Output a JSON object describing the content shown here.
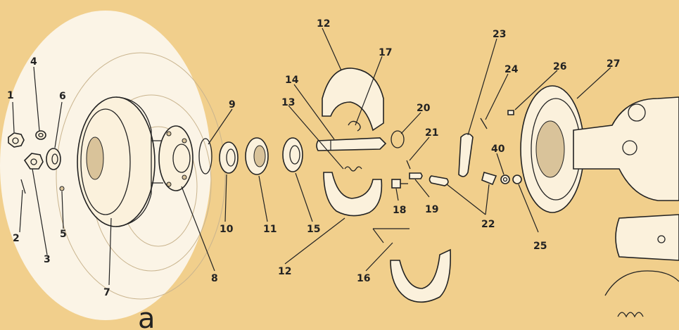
{
  "figure": {
    "letter": "a",
    "parts": [
      {
        "num": "1"
      },
      {
        "num": "2"
      },
      {
        "num": "3"
      },
      {
        "num": "4"
      },
      {
        "num": "5"
      },
      {
        "num": "6"
      },
      {
        "num": "7"
      },
      {
        "num": "8"
      },
      {
        "num": "9"
      },
      {
        "num": "10"
      },
      {
        "num": "11"
      },
      {
        "num": "12"
      },
      {
        "num": "12"
      },
      {
        "num": "13"
      },
      {
        "num": "14"
      },
      {
        "num": "15"
      },
      {
        "num": "16"
      },
      {
        "num": "17"
      },
      {
        "num": "18"
      },
      {
        "num": "19"
      },
      {
        "num": "20"
      },
      {
        "num": "21"
      },
      {
        "num": "22"
      },
      {
        "num": "23"
      },
      {
        "num": "24"
      },
      {
        "num": "25"
      },
      {
        "num": "26"
      },
      {
        "num": "27"
      },
      {
        "num": "40"
      }
    ]
  },
  "colors": {
    "paper": "#f1cf8c",
    "ink": "#222222",
    "disc": "#fbf4e6"
  }
}
